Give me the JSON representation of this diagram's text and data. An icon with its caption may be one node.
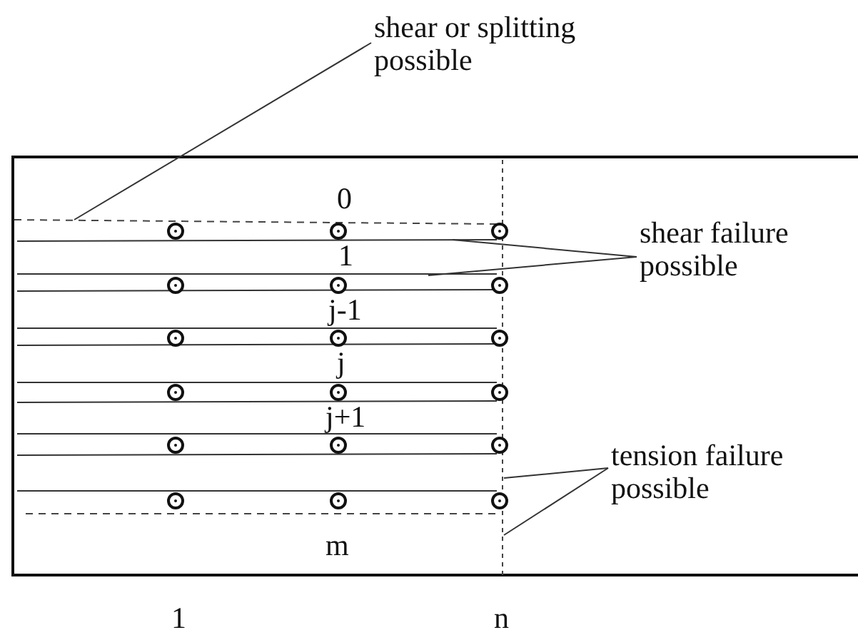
{
  "diagram": {
    "nodes": [
      {
        "text": [
          "shear or splitting possible"
        ]
      },
      {
        "text": [
          "shear failure possible"
        ]
      },
      {
        "text": [
          "tension failure possible"
        ]
      }
    ],
    "edges": [
      {
        "from": 0,
        "to": null,
        "arrow": "none"
      },
      {
        "from": 1,
        "to": null,
        "arrow": "none"
      },
      {
        "from": 1,
        "to": null,
        "arrow": "none"
      },
      {
        "from": 2,
        "to": null,
        "arrow": "none"
      },
      {
        "from": 2,
        "to": null,
        "arrow": "none"
      }
    ],
    "labels": [
      "0",
      "1",
      "j-1",
      "j",
      "j+1",
      "m",
      "1",
      "n"
    ]
  }
}
